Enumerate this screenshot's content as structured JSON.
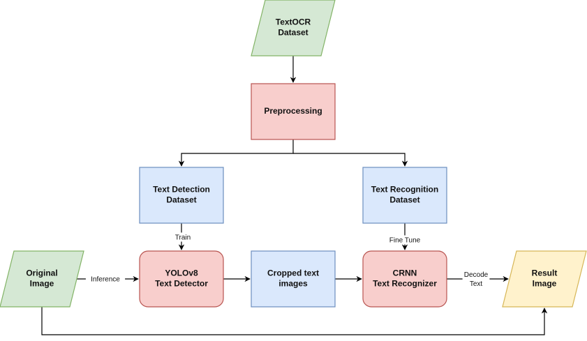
{
  "nodes": {
    "textocr": {
      "lines": [
        "TextOCR",
        "Dataset"
      ],
      "shape": "parallelogram",
      "fill": "#d5e8d4",
      "stroke": "#82b366"
    },
    "preprocess": {
      "lines": [
        "Preprocessing"
      ],
      "shape": "rectangle",
      "fill": "#f8cecc",
      "stroke": "#b85450"
    },
    "det_dataset": {
      "lines": [
        "Text Detection",
        "Dataset"
      ],
      "shape": "rectangle",
      "fill": "#dae8fc",
      "stroke": "#6c8ebf"
    },
    "rec_dataset": {
      "lines": [
        "Text Recognition",
        "Dataset"
      ],
      "shape": "rectangle",
      "fill": "#dae8fc",
      "stroke": "#6c8ebf"
    },
    "original": {
      "lines": [
        "Original",
        "Image"
      ],
      "shape": "parallelogram",
      "fill": "#d5e8d4",
      "stroke": "#82b366"
    },
    "yolo": {
      "lines": [
        "YOLOv8",
        "Text Detector"
      ],
      "shape": "rounded",
      "fill": "#f8cecc",
      "stroke": "#b85450"
    },
    "cropped": {
      "lines": [
        "Cropped text",
        "images"
      ],
      "shape": "rectangle",
      "fill": "#dae8fc",
      "stroke": "#6c8ebf"
    },
    "crnn": {
      "lines": [
        "CRNN",
        "Text Recognizer"
      ],
      "shape": "rounded",
      "fill": "#f8cecc",
      "stroke": "#b85450"
    },
    "result": {
      "lines": [
        "Result",
        "Image"
      ],
      "shape": "parallelogram",
      "fill": "#fff2cc",
      "stroke": "#d6b656"
    }
  },
  "edges": [
    {
      "from": "textocr",
      "to": "preprocess",
      "label": []
    },
    {
      "from": "preprocess",
      "to": "det_dataset",
      "label": []
    },
    {
      "from": "preprocess",
      "to": "rec_dataset",
      "label": []
    },
    {
      "from": "det_dataset",
      "to": "yolo",
      "label": [
        "Train"
      ]
    },
    {
      "from": "rec_dataset",
      "to": "crnn",
      "label": [
        "Fine Tune"
      ]
    },
    {
      "from": "original",
      "to": "yolo",
      "label": [
        "Inference"
      ]
    },
    {
      "from": "yolo",
      "to": "cropped",
      "label": []
    },
    {
      "from": "cropped",
      "to": "crnn",
      "label": []
    },
    {
      "from": "crnn",
      "to": "result",
      "label": [
        "Decode",
        "Text"
      ]
    },
    {
      "from": "original",
      "to": "result",
      "label": []
    }
  ]
}
